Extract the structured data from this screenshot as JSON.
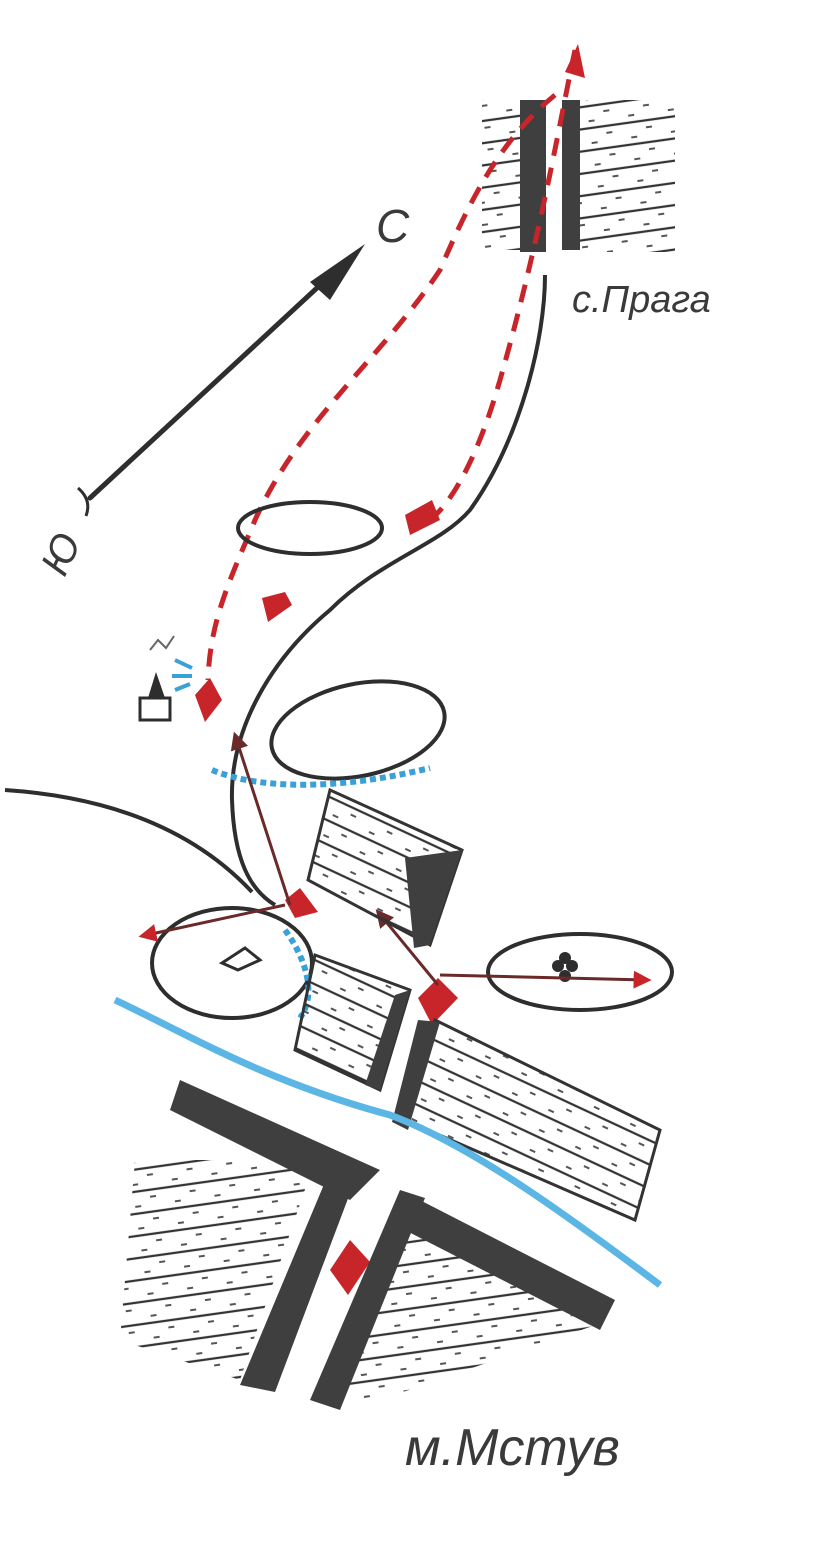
{
  "labels": {
    "north": "С",
    "south": "Ю",
    "top_place": "с.Прага",
    "bottom_place": "м.Мстув"
  },
  "colors": {
    "pencil": "#2e2e2e",
    "block_fill": "#4a4a4a",
    "red": "#c8252a",
    "blue": "#3aa0d8",
    "river": "#5bb6e6"
  }
}
